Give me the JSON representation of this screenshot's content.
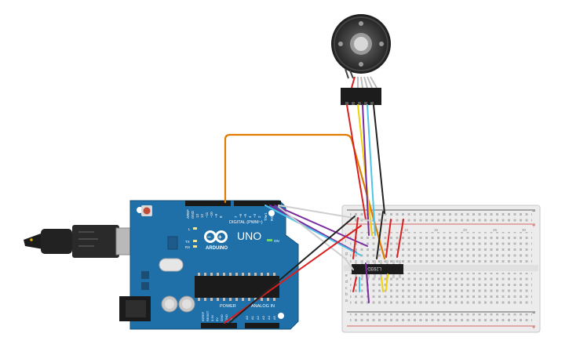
{
  "arduino": {
    "brand": "ARDUINO",
    "model": "UNO",
    "digital_label": "DIGITAL (PWM~)",
    "power_label": "POWER",
    "analog_label": "ANALOG IN",
    "on_label": "ON",
    "l_label": "L",
    "tx_label": "TX",
    "rx_label": "RX",
    "aref_label": "AREF",
    "gnd_label": "GND",
    "top_pins": [
      "13",
      "12",
      "~11",
      "~10",
      "~9",
      "8",
      "7",
      "~6",
      "~5",
      "4",
      "~3",
      "2",
      "TX▸1",
      "RX◂0"
    ],
    "power_pins": [
      "IOREF",
      "RESET",
      "3.3V",
      "5V",
      "GND",
      "GND",
      "Vin"
    ],
    "analog_pins": [
      "A0",
      "A1",
      "A2",
      "A3",
      "A4",
      "A5"
    ]
  },
  "driver_chip": {
    "label": "L293D"
  },
  "breadboard": {
    "row_letters_top": [
      "j",
      "i",
      "h",
      "g",
      "f"
    ],
    "row_letters_bottom": [
      "e",
      "d",
      "c",
      "b",
      "a"
    ],
    "column_numbers": [
      "1",
      "5",
      "10",
      "15",
      "20",
      "25",
      "30"
    ],
    "rail_plus": "+",
    "rail_minus": "−"
  },
  "colors": {
    "board_blue": "#1f6fa8",
    "wire_orange": "#e07b00",
    "wire_red": "#d92020",
    "wire_black": "#222222",
    "wire_purple": "#7a2c9e",
    "wire_cyan": "#4fc3e8",
    "wire_yellow": "#f2d200"
  }
}
